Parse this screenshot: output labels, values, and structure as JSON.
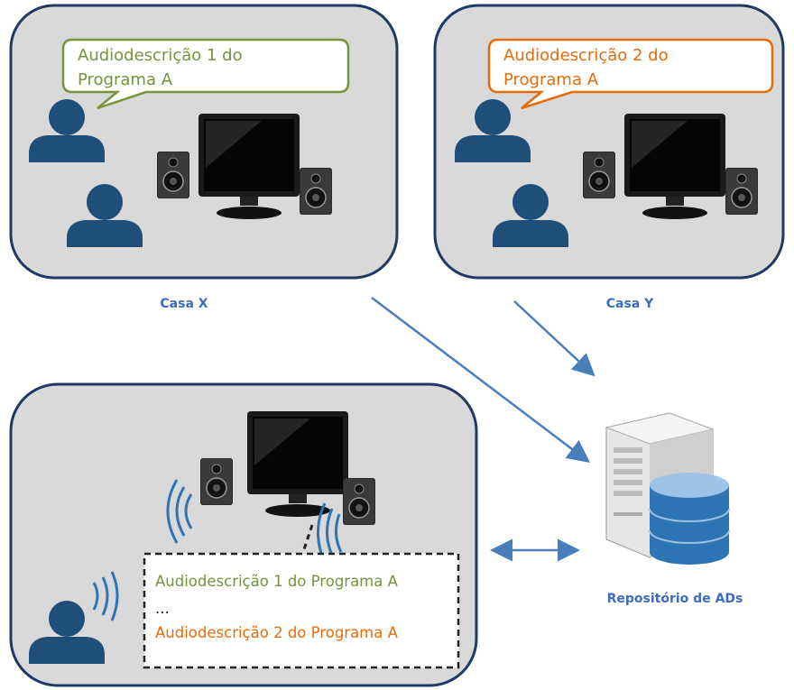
{
  "house_x": {
    "bubble_text_line1": "Audiodescrição 1 do",
    "bubble_text_line2": "Programa A",
    "caption": "Casa X"
  },
  "house_y": {
    "bubble_text_line1": "Audiodescrição 2 do",
    "bubble_text_line2": "Programa A",
    "caption": "Casa Y"
  },
  "playback_room": {
    "list_item_1": "Audiodescrição 1 do Programa A",
    "list_ellipsis": "...",
    "list_item_2": "Audiodescrição 2 do Programa A"
  },
  "repository": {
    "caption": "Repositório de ADs"
  },
  "colors": {
    "green": "#77933c",
    "orange": "#e46c0a",
    "caption_blue": "#3c6cc0",
    "person_blue": "#1f4e79",
    "arrow_blue": "#4a7ebb",
    "panel_fill": "#d9d9d9",
    "panel_stroke": "#1f3864"
  },
  "icons": [
    "person-icon",
    "monitor-icon",
    "speaker-icon",
    "server-icon",
    "database-icon",
    "sound-wave-icon"
  ]
}
